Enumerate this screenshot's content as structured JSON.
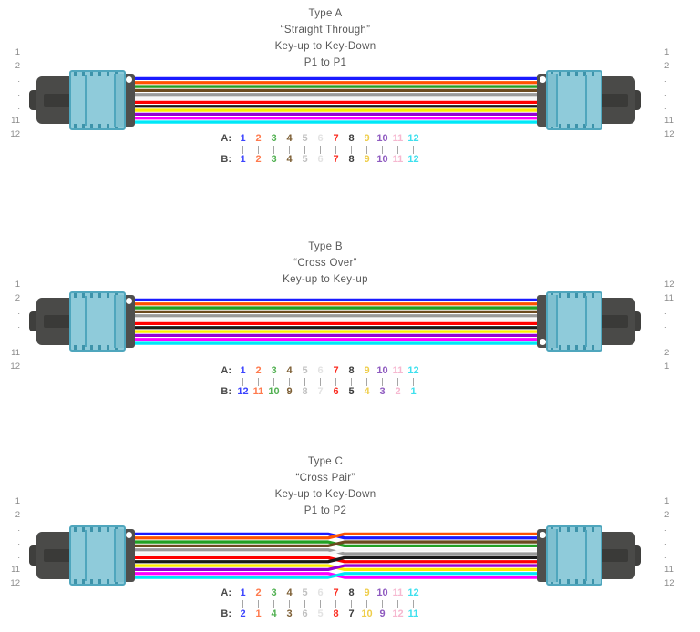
{
  "page_background": "#FFFFFF",
  "fiber_colors": [
    "#1A1AFF",
    "#FF5300",
    "#22A022",
    "#6B4A1F",
    "#9A9A9A",
    "#F6F6F6",
    "#FF0000",
    "#1A1A1A",
    "#FFEE00",
    "#9400D3",
    "#FF00FF",
    "#00E8F8"
  ],
  "digit_colors": [
    "#3B43FF",
    "#FF7A4D",
    "#52B152",
    "#7D5F35",
    "#C0C0C0",
    "#E3E3E3",
    "#FB2B1F",
    "#3A3A3A",
    "#EFCE4B",
    "#8F5BC0",
    "#F6B8D0",
    "#3FE0EE"
  ],
  "connector": {
    "body_color": "#8FCBDA",
    "body_edge_color": "#4FA6BD",
    "teeth_color": "#3D93AA",
    "boot_color": "#4A4A48",
    "strain_relief_color": "#3A3A38",
    "plate_color": "#4F4F4D",
    "guide_dot_color": "#FFFFFF"
  },
  "sections": [
    {
      "name": "Type A",
      "title_lines": [
        "Type A",
        "“Straight Through”",
        "Key-up to Key-Down",
        "P1 to P1"
      ],
      "left_port_labels": [
        "1",
        "2",
        ".",
        ".",
        ".",
        "11",
        "12"
      ],
      "right_port_labels": [
        "1",
        "2",
        ".",
        ".",
        ".",
        "11",
        "12"
      ],
      "row_a_label": "A:",
      "row_b_label": "B:",
      "row_a": [
        "1",
        "2",
        "3",
        "4",
        "5",
        "6",
        "7",
        "8",
        "9",
        "10",
        "11",
        "12"
      ],
      "row_b": [
        "1",
        "2",
        "3",
        "4",
        "5",
        "6",
        "7",
        "8",
        "9",
        "10",
        "11",
        "12"
      ],
      "route_to": [
        1,
        2,
        3,
        4,
        5,
        6,
        7,
        8,
        9,
        10,
        11,
        12
      ],
      "right_dot_position": "top"
    },
    {
      "name": "Type B",
      "title_lines": [
        "Type B",
        "“Cross Over”",
        "Key-up to Key-up"
      ],
      "left_port_labels": [
        "1",
        "2",
        ".",
        ".",
        ".",
        "11",
        "12"
      ],
      "right_port_labels": [
        "12",
        "11",
        ".",
        ".",
        ".",
        "2",
        "1"
      ],
      "row_a_label": "A:",
      "row_b_label": "B:",
      "row_a": [
        "1",
        "2",
        "3",
        "4",
        "5",
        "6",
        "7",
        "8",
        "9",
        "10",
        "11",
        "12"
      ],
      "row_b": [
        "12",
        "11",
        "10",
        "9",
        "8",
        "7",
        "6",
        "5",
        "4",
        "3",
        "2",
        "1"
      ],
      "route_to": [
        1,
        2,
        3,
        4,
        5,
        6,
        7,
        8,
        9,
        10,
        11,
        12
      ],
      "right_dot_position": "bottom"
    },
    {
      "name": "Type C",
      "title_lines": [
        "Type C",
        "“Cross Pair”",
        "Key-up to Key-Down",
        "P1 to P2"
      ],
      "left_port_labels": [
        "1",
        "2",
        ".",
        ".",
        ".",
        "11",
        "12"
      ],
      "right_port_labels": [
        "1",
        "2",
        ".",
        ".",
        ".",
        "11",
        "12"
      ],
      "row_a_label": "A:",
      "row_b_label": "B:",
      "row_a": [
        "1",
        "2",
        "3",
        "4",
        "5",
        "6",
        "7",
        "8",
        "9",
        "10",
        "11",
        "12"
      ],
      "row_b": [
        "2",
        "1",
        "4",
        "3",
        "6",
        "5",
        "8",
        "7",
        "10",
        "9",
        "12",
        "11"
      ],
      "route_to": [
        2,
        1,
        4,
        3,
        6,
        5,
        8,
        7,
        10,
        9,
        12,
        11
      ],
      "right_dot_position": "top"
    }
  ]
}
